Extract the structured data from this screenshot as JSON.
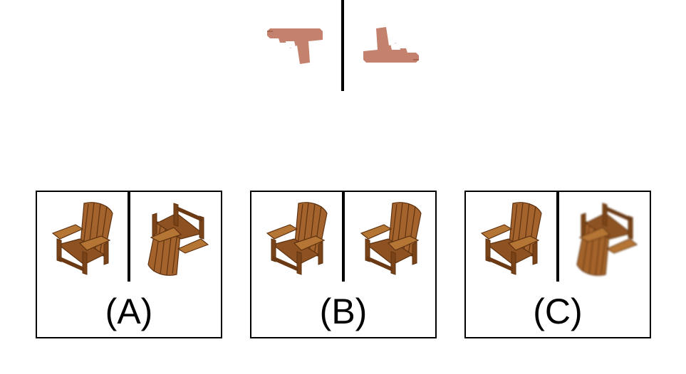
{
  "example": {
    "left_icon": "pistol-icon",
    "right_icon": "pistol-rotated-icon",
    "icon_color": "#c4826e"
  },
  "options": [
    {
      "label": "(A)",
      "left_icon": "chair-icon",
      "right_icon": "chair-flipped-icon"
    },
    {
      "label": "(B)",
      "left_icon": "chair-icon",
      "right_icon": "chair-icon"
    },
    {
      "label": "(C)",
      "left_icon": "chair-icon",
      "right_icon": "chair-flipped-blurred-icon"
    }
  ],
  "colors": {
    "wood": "#9a5c28",
    "wood_dark": "#6b3a14",
    "wood_light": "#b87838"
  }
}
